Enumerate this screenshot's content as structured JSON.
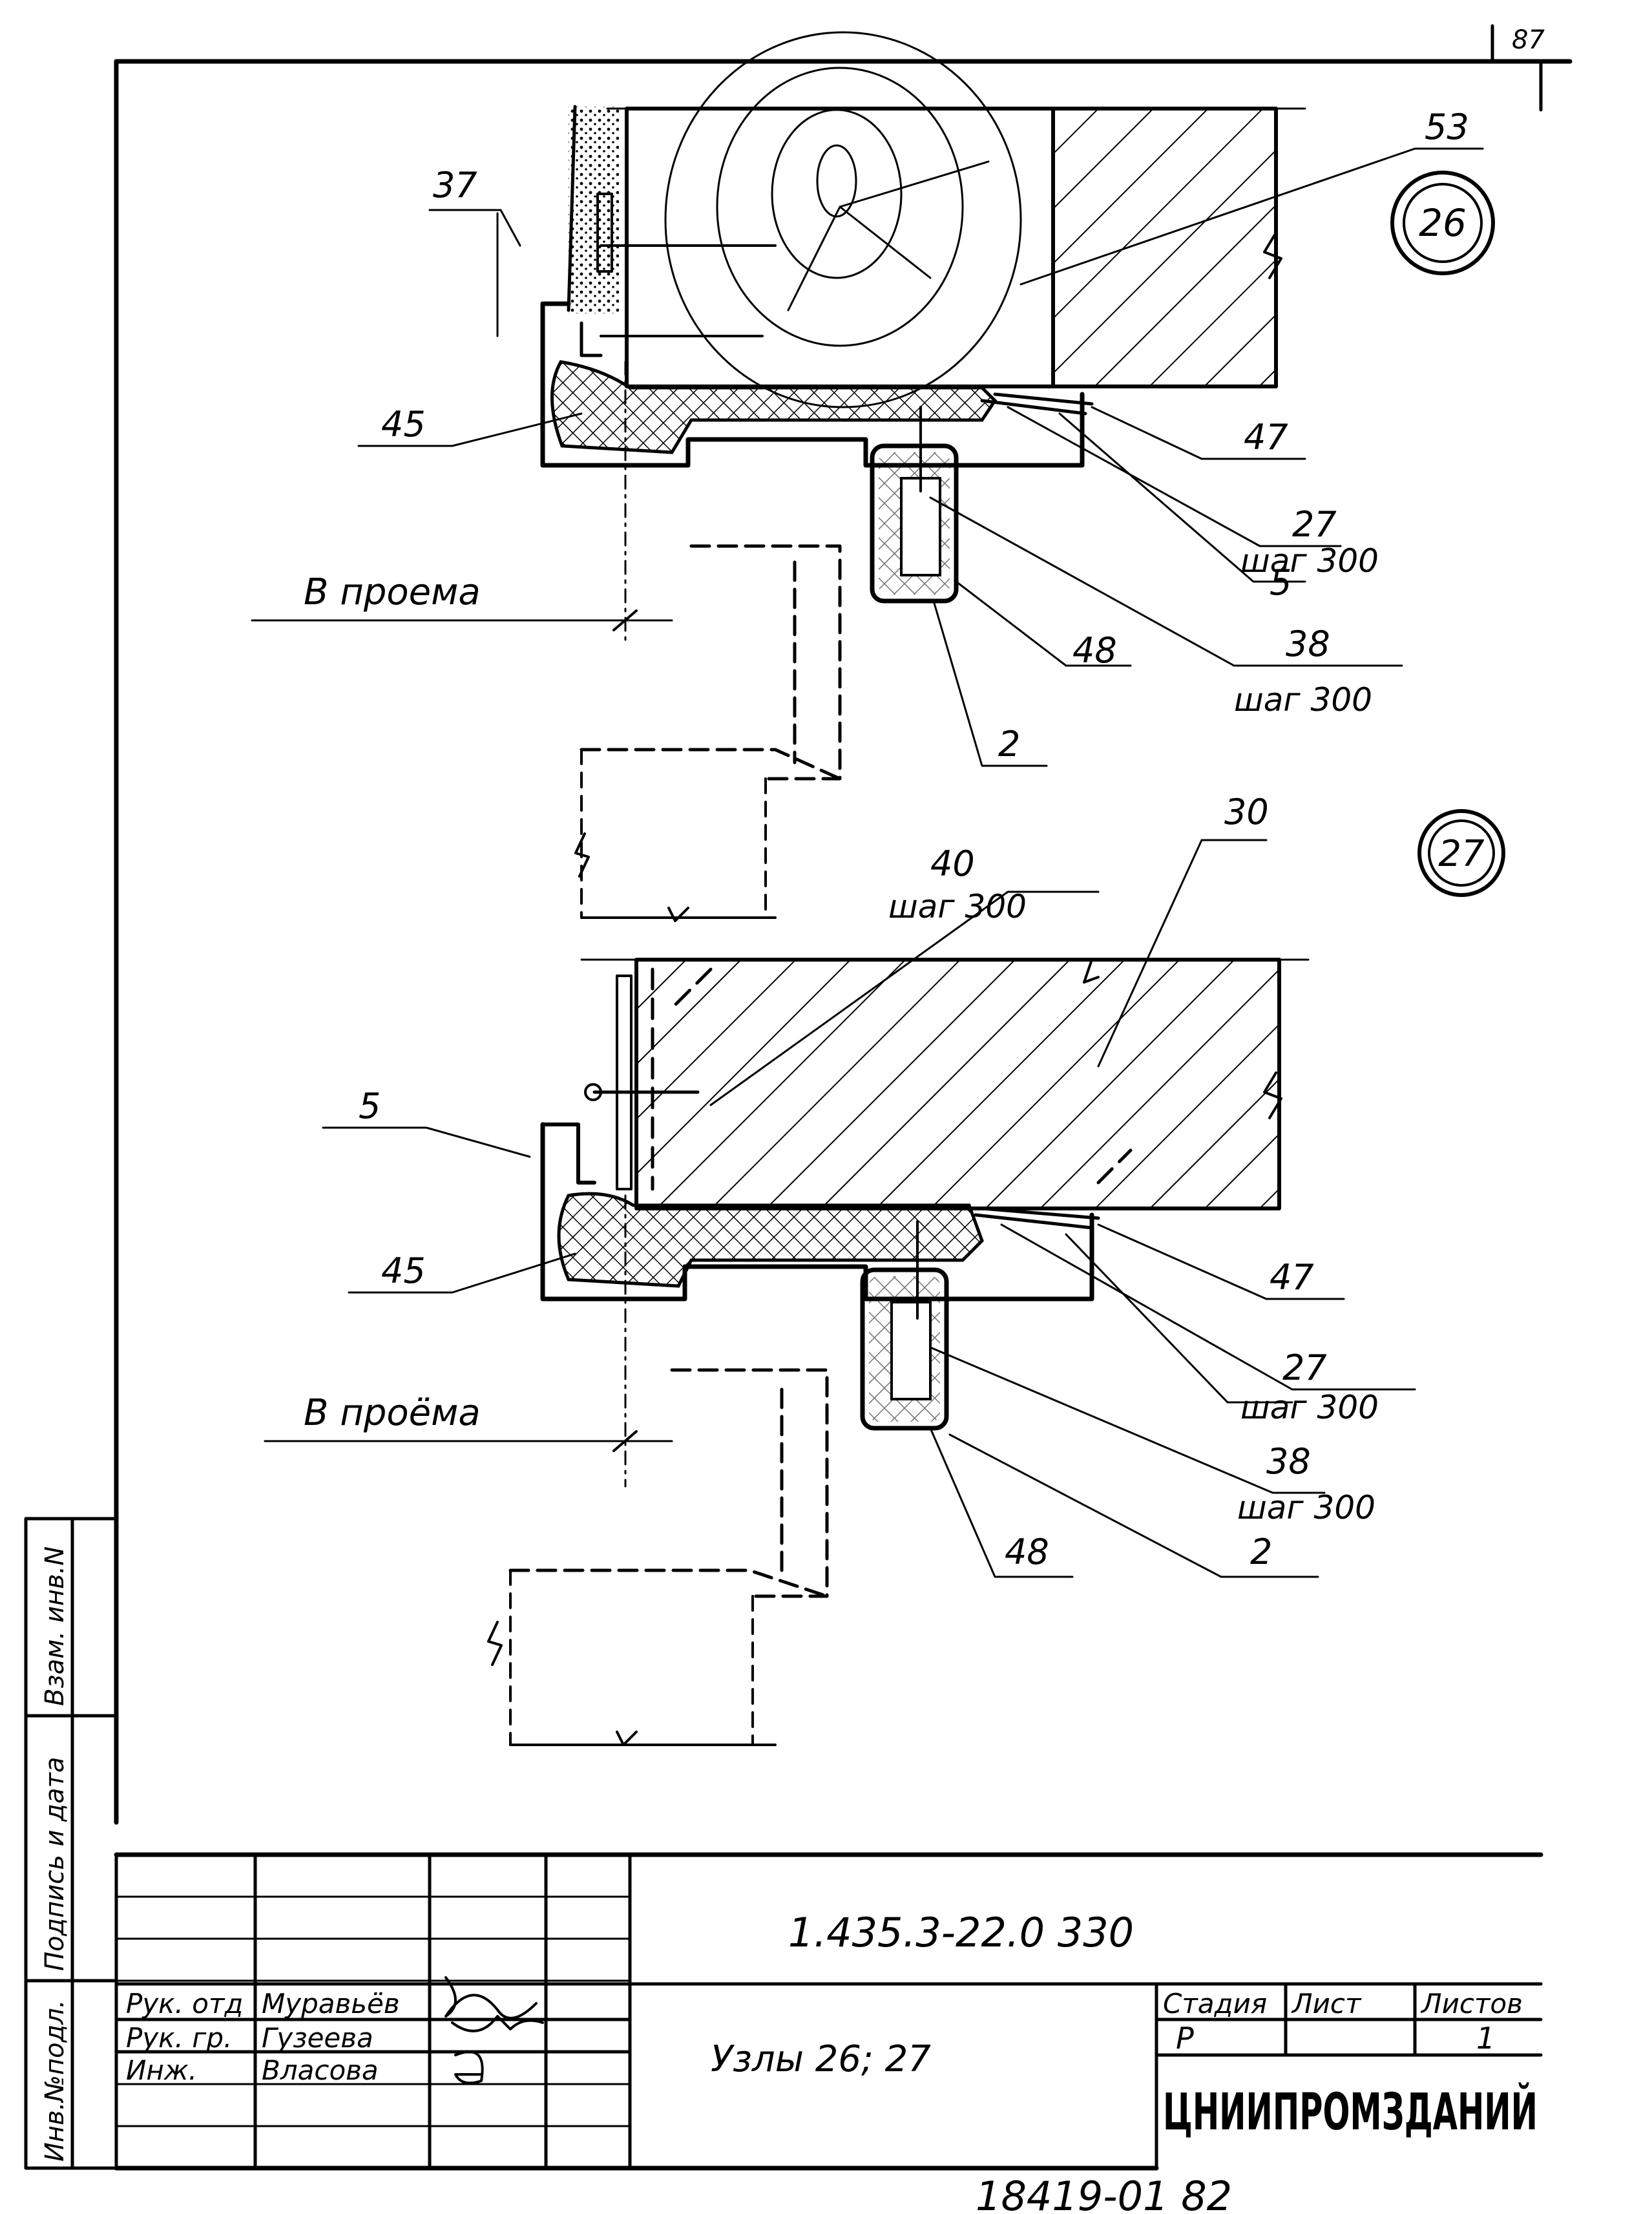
{
  "sheet_number_top": "87",
  "nodes": [
    {
      "id": "26",
      "label": "26"
    },
    {
      "id": "27",
      "label": "27"
    }
  ],
  "callouts_upper": {
    "c53": "53",
    "c37": "37",
    "c45": "45",
    "c47": "47",
    "c27": "27",
    "c27_step": "шаг 300",
    "c5": "5",
    "c38": "38",
    "c38_step": "шаг 300",
    "c48": "48",
    "c2": "2",
    "opening": "В проема"
  },
  "callouts_lower": {
    "c30": "30",
    "c40": "40",
    "c40_step": "шаг 300",
    "c5": "5",
    "c45": "45",
    "c47": "47",
    "c27": "27",
    "c27_step": "шаг 300",
    "c38": "38",
    "c38_step": "шаг 300",
    "c48": "48",
    "c2": "2",
    "opening": "В проёма"
  },
  "side_stamp": {
    "inv_orig": "Инв.№подл.",
    "sign_date": "Подпись и дата",
    "inv_replace": "Взам. инв.N"
  },
  "title_block": {
    "doc_code": "1.435.3-22.0 330",
    "roles": [
      "Рук. отд",
      "Рук. гр.",
      "Инж."
    ],
    "names": [
      "Муравьёв",
      "Гузеева",
      "Власова"
    ],
    "title": "Узлы 26; 27",
    "stage_header": "Стадия",
    "sheet_header": "Лист",
    "sheets_header": "Листов",
    "stage": "Р",
    "sheet": "1",
    "sheets": "",
    "org": "ЦНИИПРОМЗДАНИЙ"
  },
  "bottom_code": "18419-01  82"
}
